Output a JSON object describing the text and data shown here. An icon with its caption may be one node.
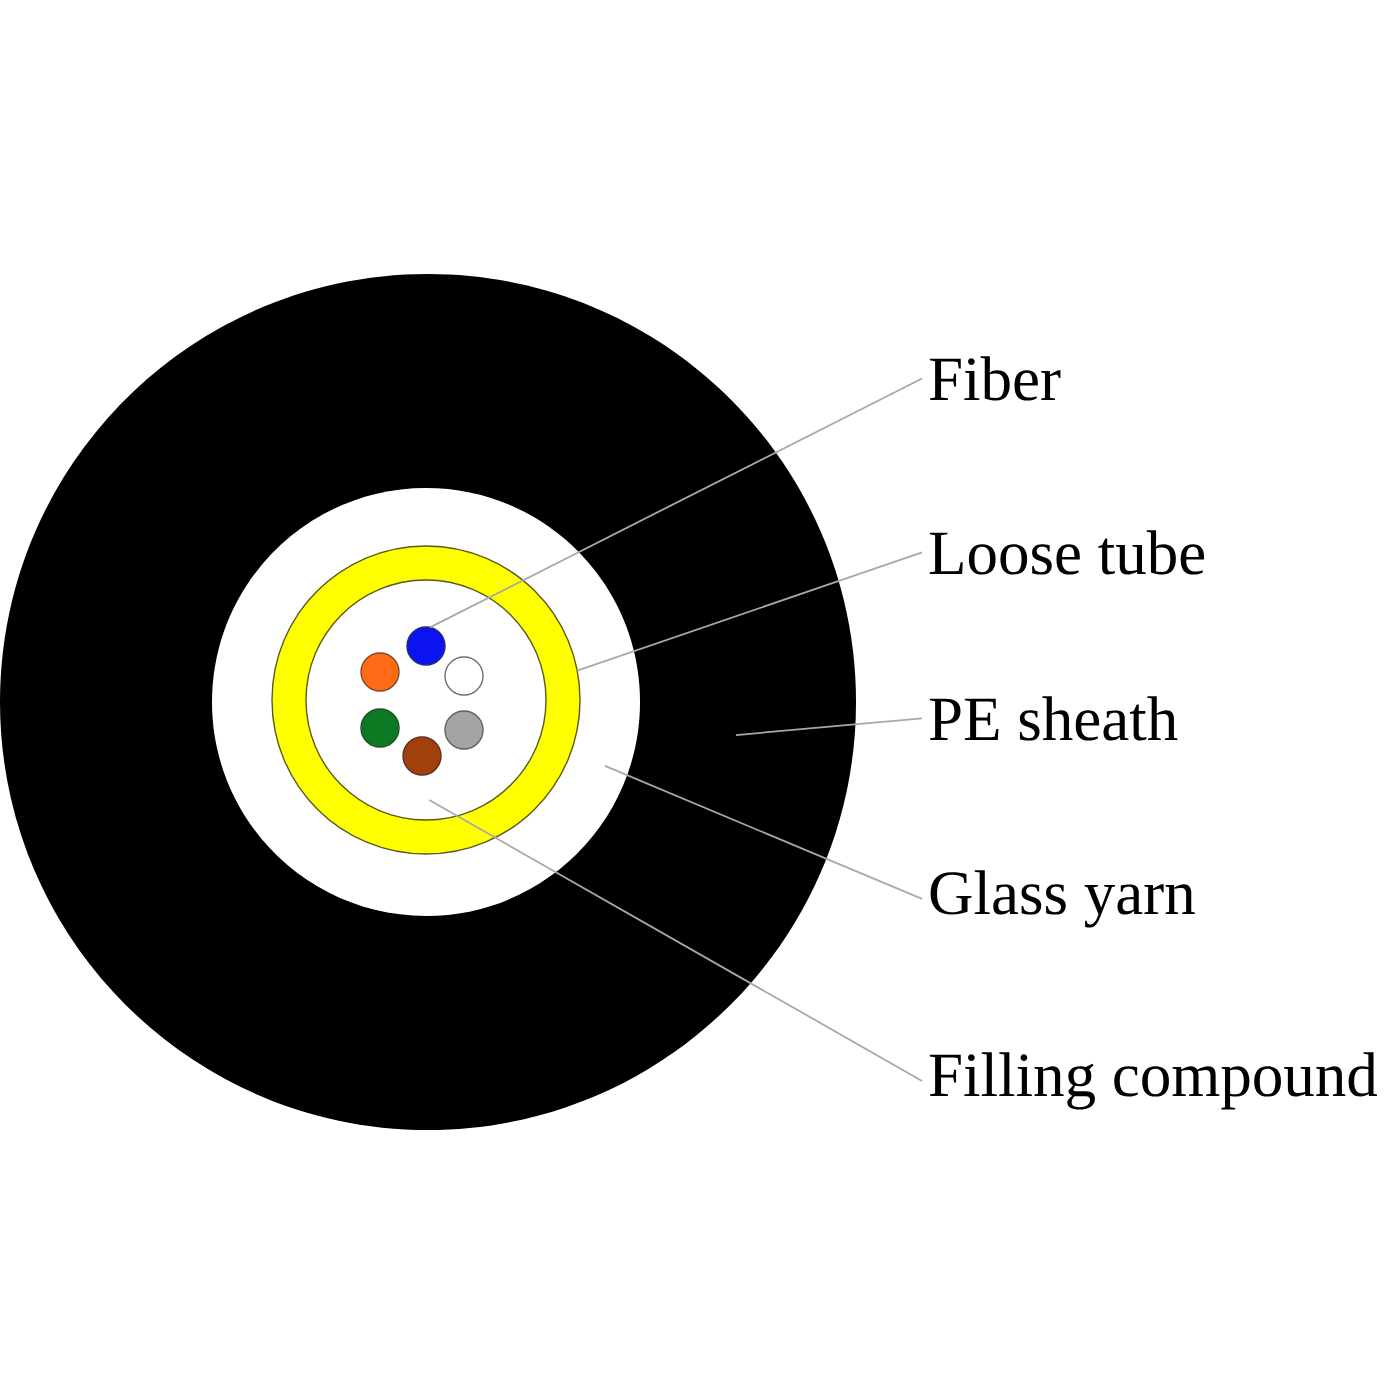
{
  "diagram": {
    "nodes": [
      {
        "text": [],
        "shape": "circle"
      },
      {
        "text": [],
        "shape": "circle",
        "in": 0
      },
      {
        "text": [],
        "shape": "circle",
        "in": 1
      },
      {
        "text": [],
        "shape": "circle",
        "in": 2
      },
      {
        "text": [],
        "shape": "circle",
        "in": 3
      },
      {
        "text": [],
        "shape": "circle",
        "in": 3
      },
      {
        "text": [],
        "shape": "circle",
        "in": 3
      },
      {
        "text": [],
        "shape": "circle",
        "in": 3
      },
      {
        "text": [],
        "shape": "circle",
        "in": 3
      },
      {
        "text": [],
        "shape": "circle",
        "in": 3
      },
      {
        "text": [
          "Fiber"
        ]
      },
      {
        "text": [
          "Loose tube"
        ]
      },
      {
        "text": [
          "PE sheath"
        ]
      },
      {
        "text": [
          "Glass yarn"
        ]
      },
      {
        "text": [
          "Filling compound"
        ]
      }
    ],
    "edges": [
      {
        "from": 10,
        "to": 4,
        "arrow": "none"
      },
      {
        "from": 11,
        "to": 2,
        "arrow": "none"
      },
      {
        "from": 12,
        "to": 0,
        "arrow": "none"
      },
      {
        "from": 13,
        "to": 1,
        "arrow": "none"
      },
      {
        "from": 14,
        "to": 3,
        "arrow": "none"
      }
    ]
  }
}
